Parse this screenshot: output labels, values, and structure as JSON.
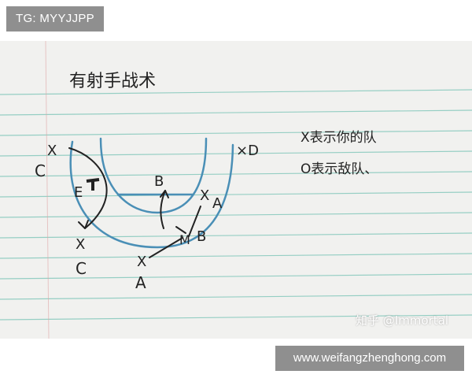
{
  "top_tag": "TG: MYYJJPP",
  "bottom_tag": "www.weifangzhenghong.com",
  "note": {
    "title": "有射手战术",
    "legend_line1": "X表示你的队",
    "legend_line2": "O表示敌队、",
    "watermark": "知乎 @Immortal"
  },
  "markers": {
    "c_top_letter": "C",
    "c_top_mark": "X",
    "d_mark": "×D",
    "e_letter": "E",
    "b_top_letter": "B",
    "a_right_mark": "X",
    "a_right_letter": "A",
    "b_bottom_letter": "B",
    "b_bottom_mark": "M",
    "c_bottom_mark": "X",
    "c_bottom_letter": "C",
    "a_bottom_mark": "X",
    "a_bottom_letter": "A"
  },
  "colors": {
    "court_line": "#4a8fb6",
    "pen": "#222222",
    "paper_rule": "#7fc6b9",
    "margin_line": "#e0a6a6"
  }
}
